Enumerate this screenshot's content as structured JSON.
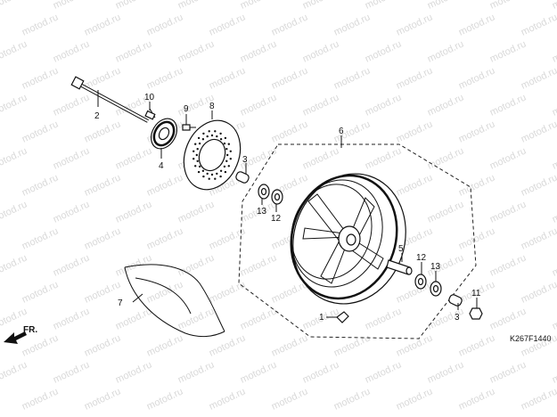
{
  "watermark": "motod.ru",
  "diagram_code": "K267F1440",
  "direction_label": "FR.",
  "callouts": [
    "1",
    "2",
    "3",
    "3",
    "4",
    "5",
    "6",
    "7",
    "8",
    "9",
    "10",
    "11",
    "12",
    "12",
    "13",
    "13"
  ]
}
